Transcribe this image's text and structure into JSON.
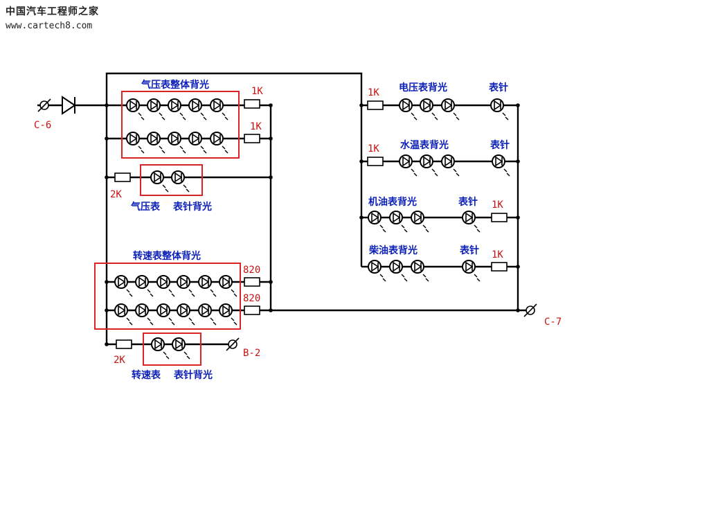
{
  "watermark": {
    "line1": "中国汽车工程师之家",
    "line2": "www.cartech8.com"
  },
  "terminals": {
    "c6": "C-6",
    "c7": "C-7",
    "b2": "B-2"
  },
  "labels": {
    "air_pressure_backlight": "气压表整体背光",
    "air_pressure_gauge": "气压表",
    "needle_backlight": "表针背光",
    "tacho_backlight": "转速表整体背光",
    "tacho_gauge": "转速表",
    "voltmeter_backlight": "电压表背光",
    "water_temp_backlight": "水温表背光",
    "oil_backlight": "机油表背光",
    "diesel_backlight": "柴油表背光",
    "needle": "表针"
  },
  "resistors": {
    "r_1k": "1K",
    "r_2k": "2K",
    "r_820": "820"
  },
  "colors": {
    "wire": "#000000",
    "highlight_box": "#dd2222",
    "blue_label": "#0b1fb8",
    "red_label": "#cc1111"
  }
}
